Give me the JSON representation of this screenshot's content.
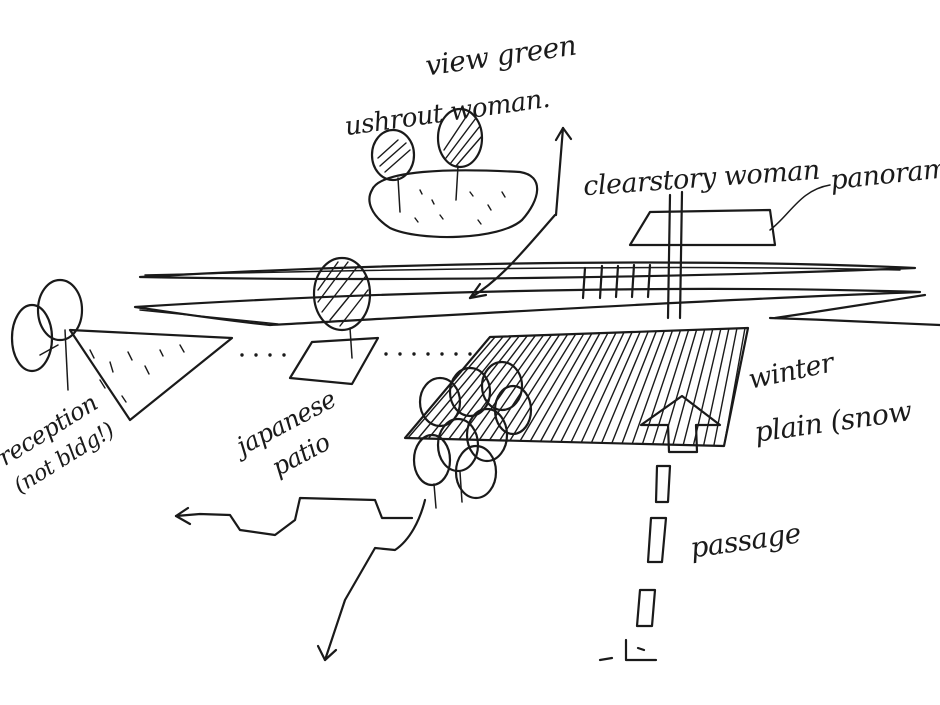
{
  "annotations": {
    "view_green": "view green",
    "orchard_woman": "ushrout woman.",
    "clearstory": "clearstory woman",
    "panorama": "panoramic",
    "reception": "reception",
    "reception_note": "(not bldg!)",
    "japanese_patio": "japanese",
    "japanese_patio_2": "patio",
    "winter_plaza": "winter",
    "winter_plaza_2": "plain (snow",
    "passage": "passage"
  }
}
